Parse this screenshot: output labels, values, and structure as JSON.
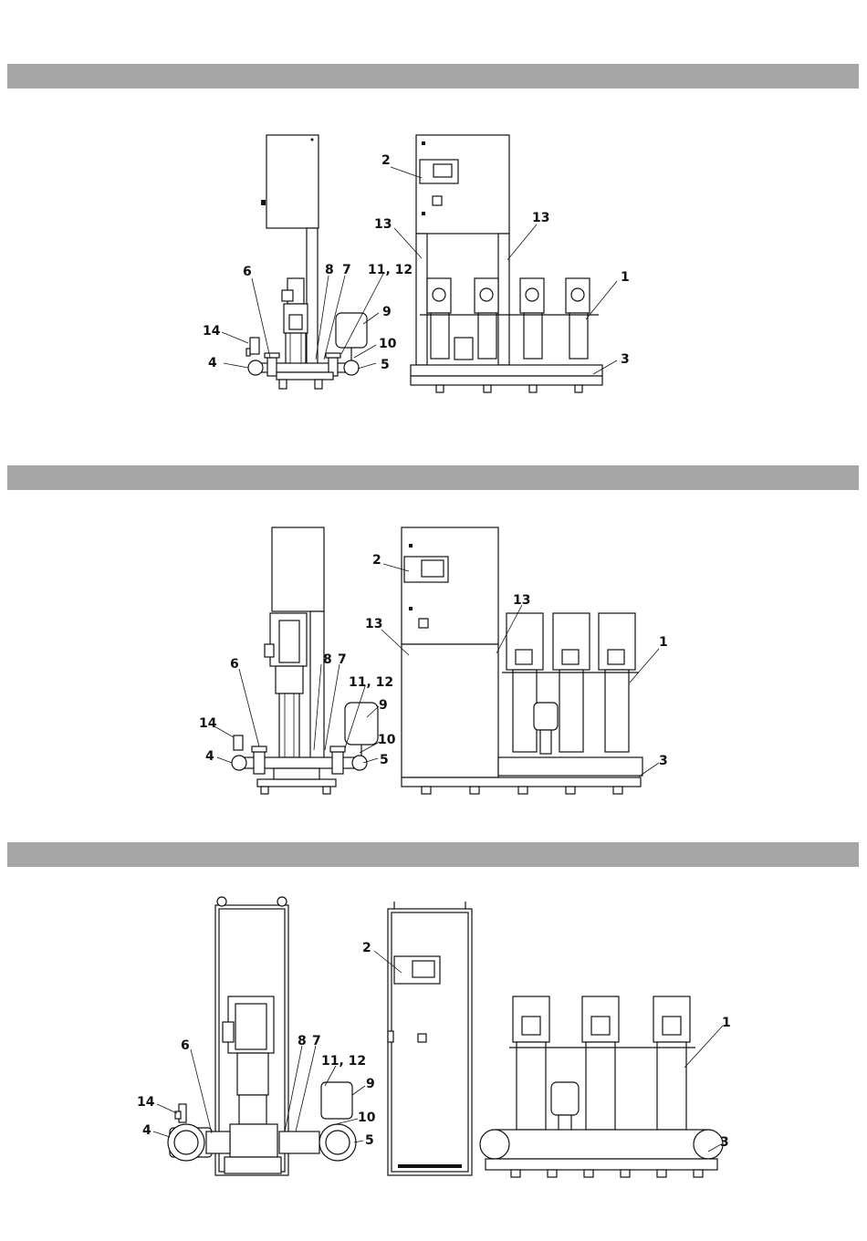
{
  "figures": [
    {
      "labels": {
        "l1": "1",
        "l2": "2",
        "l3": "3",
        "l4": "4",
        "l5": "5",
        "l6": "6",
        "l7": "7",
        "l8": "8",
        "l9": "9",
        "l10": "10",
        "l11_12": "11, 12",
        "l13a": "13",
        "l13b": "13",
        "l14": "14"
      }
    },
    {
      "labels": {
        "l1": "1",
        "l2": "2",
        "l3": "3",
        "l4": "4",
        "l5": "5",
        "l6": "6",
        "l7": "7",
        "l8": "8",
        "l9": "9",
        "l10": "10",
        "l11_12": "11, 12",
        "l13a": "13",
        "l13b": "13",
        "l14": "14"
      }
    },
    {
      "labels": {
        "l1": "1",
        "l2": "2",
        "l3": "3",
        "l4": "4",
        "l5": "5",
        "l6": "6",
        "l7": "7",
        "l8": "8",
        "l9": "9",
        "l10": "10",
        "l11_12": "11, 12",
        "l14": "14"
      }
    }
  ]
}
